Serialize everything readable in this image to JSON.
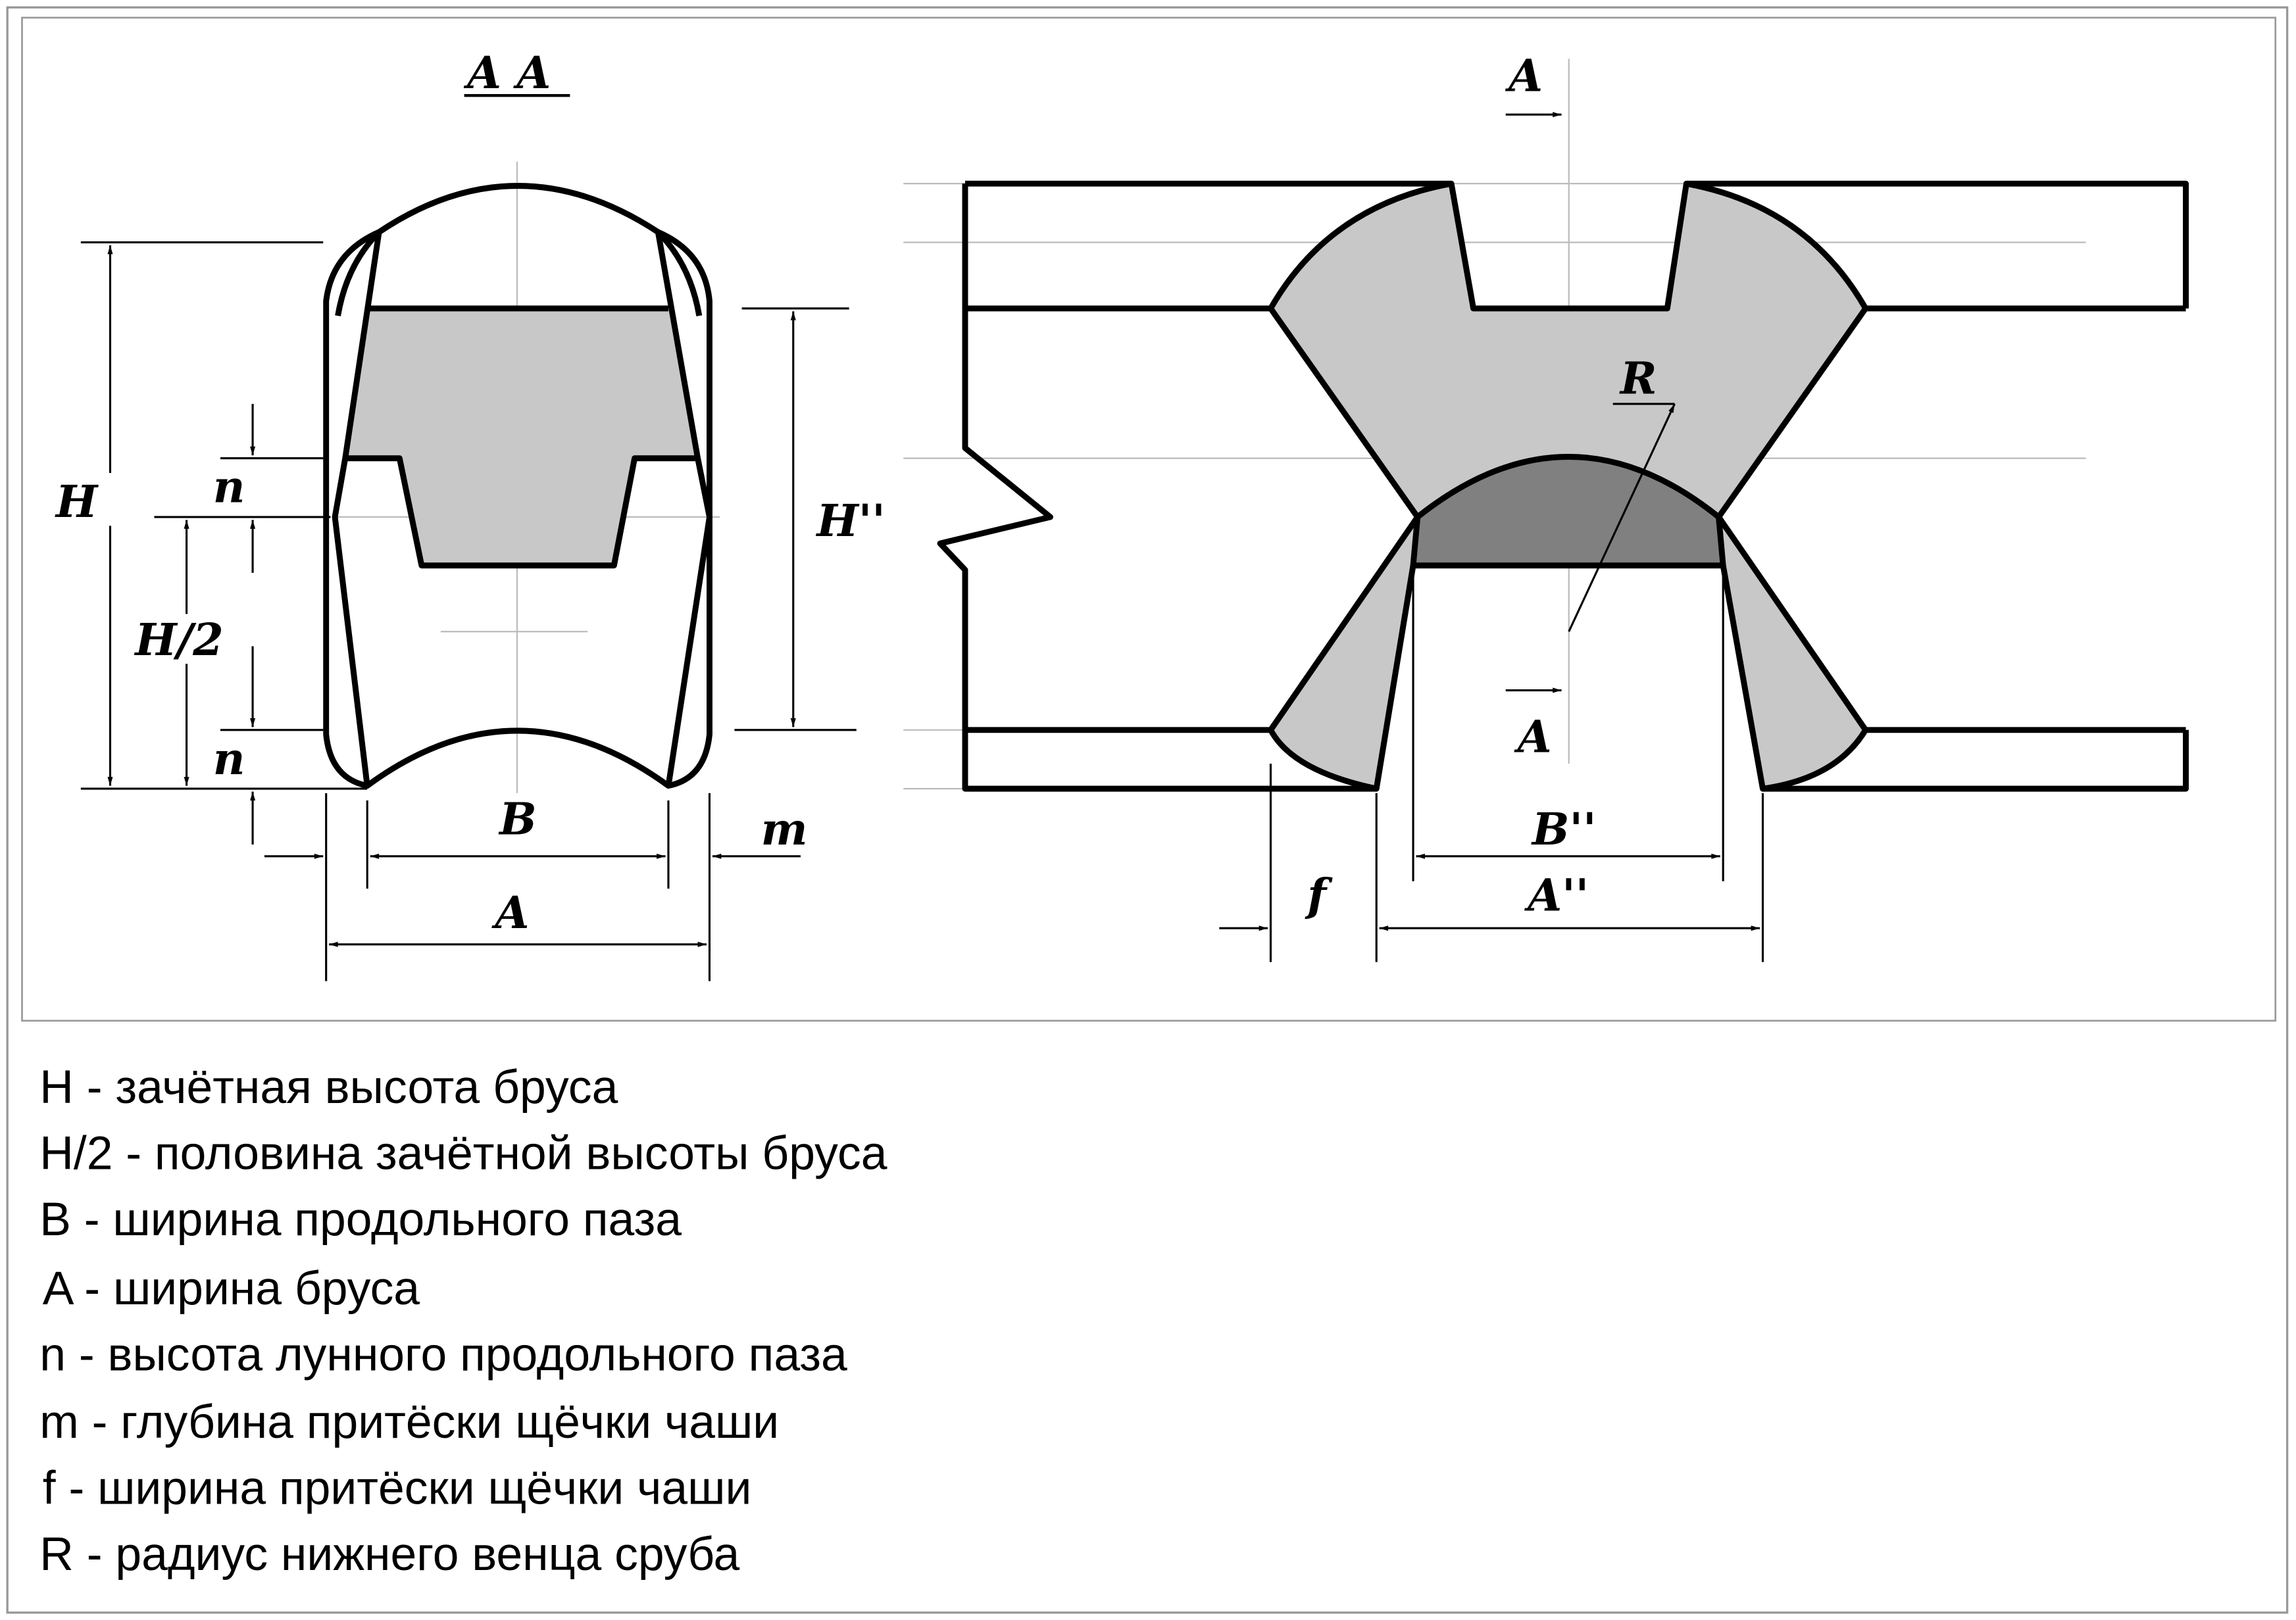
{
  "drawing": {
    "section_title": "A A",
    "left_labels": {
      "H": "H",
      "n_top": "n",
      "H_half": "H/2",
      "n_bottom": "n",
      "H_dd": "H''",
      "B": "B",
      "m": "m",
      "A": "A"
    },
    "right_labels": {
      "A_top": "A",
      "R": "R",
      "A_mid": "A",
      "B_dd": "B''",
      "f": "f",
      "A_dd": "A''"
    }
  },
  "legend": [
    "H - зачётная высота бруса",
    "H/2 - половина зачётной высоты бруса",
    "B - ширина продольного паза",
    "A - ширина бруса",
    "n - высота лунного продольного паза",
    "m - глубина притёски щёчки чаши",
    "f - ширина притёски щёчки чаши",
    "R - радиус нижнего венца сруба"
  ]
}
